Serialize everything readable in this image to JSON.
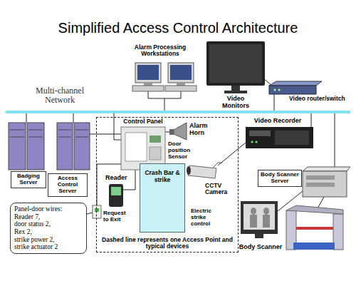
{
  "diagram": {
    "title": "Simplified Access Control Architecture",
    "nodes": [
      {
        "text": [
          "Badging Server"
        ]
      },
      {
        "text": [
          "Access Control Server"
        ]
      },
      {
        "text": [
          "Dashed line represents one Access Point and typical devices"
        ]
      },
      {
        "text": [
          "Crash Bar & strike"
        ],
        "in": 2
      },
      {
        "text": [
          "Body Scanner Server"
        ]
      },
      {
        "text": [
          "Panel-door wires:",
          "Reader 7,",
          "door status 2,",
          "Rex 2,",
          "strike power 2,",
          "strike actuator 2"
        ]
      }
    ],
    "labels": [
      "Alarm Processing Workstations",
      "Video Monitors",
      "Video router/switch",
      "Multi-channel Network",
      "Control Panel",
      "Alarm Horn",
      "Reader",
      "Door position Sensor",
      "Electric strike control",
      "CCTV Camera",
      "Request to Exit",
      "Video Recorder",
      "Body Scanner"
    ]
  }
}
